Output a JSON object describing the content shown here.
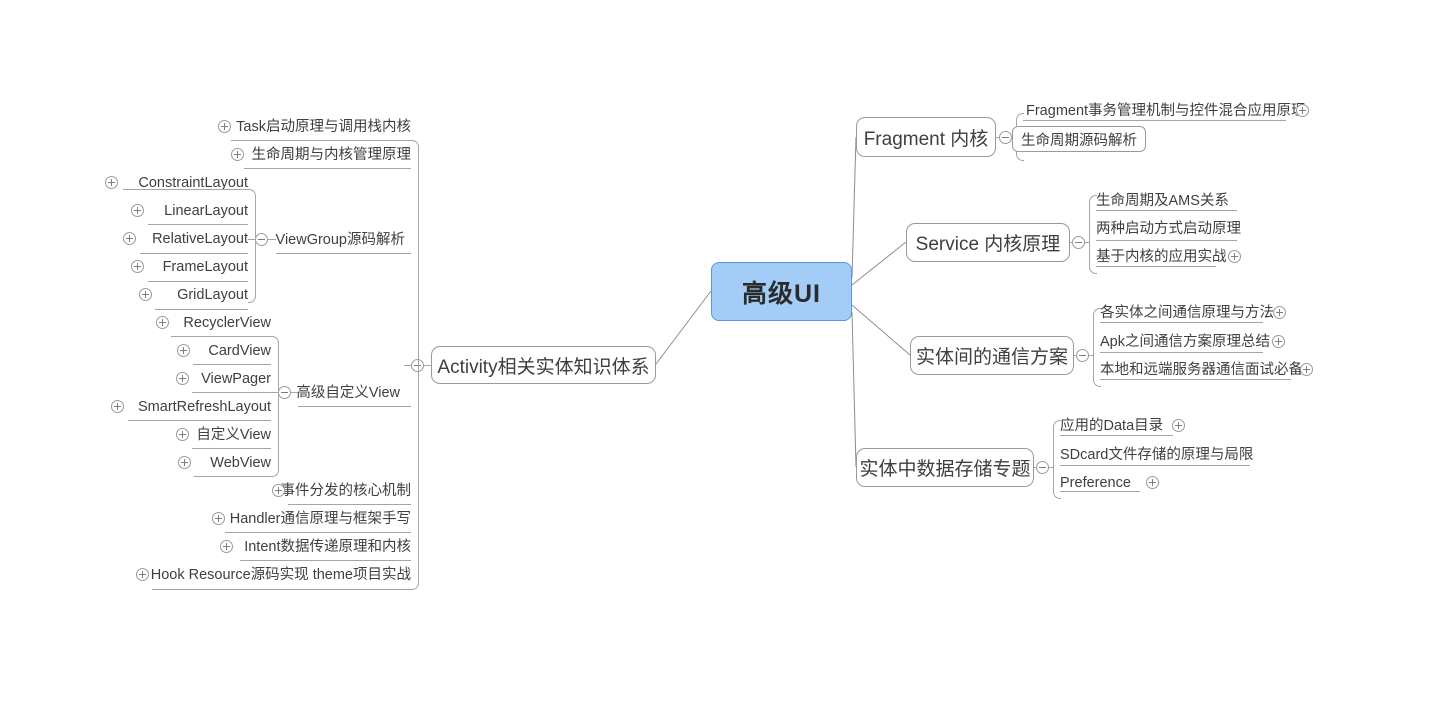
{
  "root": {
    "label": "高级UI",
    "fill": "#a3cdf7",
    "border": "#5b96d6"
  },
  "branches": {
    "left": {
      "main": {
        "label": "Activity相关实体知识体系",
        "toggle": "collapse"
      },
      "children": [
        {
          "label": "Task启动原理与调用栈内核",
          "toggle": "expand"
        },
        {
          "label": "生命周期与内核管理原理",
          "toggle": "expand"
        },
        {
          "label": "ViewGroup源码解析",
          "toggle": "collapse",
          "children": [
            {
              "label": "ConstraintLayout",
              "toggle": "expand"
            },
            {
              "label": "LinearLayout",
              "toggle": "expand"
            },
            {
              "label": "RelativeLayout",
              "toggle": "expand"
            },
            {
              "label": "FrameLayout",
              "toggle": "expand"
            },
            {
              "label": "GridLayout",
              "toggle": "expand"
            }
          ]
        },
        {
          "label": "高级自定义View",
          "toggle": "collapse",
          "children": [
            {
              "label": "RecyclerView",
              "toggle": "expand"
            },
            {
              "label": "CardView",
              "toggle": "expand"
            },
            {
              "label": "ViewPager",
              "toggle": "expand"
            },
            {
              "label": "SmartRefreshLayout",
              "toggle": "expand"
            },
            {
              "label": "自定义View",
              "toggle": "expand"
            },
            {
              "label": "WebView",
              "toggle": "expand"
            }
          ]
        },
        {
          "label": "事件分发的核心机制",
          "toggle": "expand"
        },
        {
          "label": "Handler通信原理与框架手写",
          "toggle": "expand"
        },
        {
          "label": "Intent数据传递原理和内核",
          "toggle": "expand"
        },
        {
          "label": "Hook Resource源码实现 theme项目实战",
          "toggle": "expand"
        }
      ]
    },
    "right": [
      {
        "main": {
          "label": "Fragment 内核",
          "toggle": "collapse"
        },
        "children": [
          {
            "label": "Fragment事务管理机制与控件混合应用原理",
            "toggle": "expand"
          },
          {
            "label": "生命周期源码解析",
            "toggle": "none",
            "boxed": true
          }
        ]
      },
      {
        "main": {
          "label": "Service 内核原理",
          "toggle": "collapse"
        },
        "children": [
          {
            "label": "生命周期及AMS关系",
            "toggle": "none"
          },
          {
            "label": "两种启动方式启动原理",
            "toggle": "none"
          },
          {
            "label": "基于内核的应用实战",
            "toggle": "expand"
          }
        ]
      },
      {
        "main": {
          "label": "实体间的通信方案",
          "toggle": "collapse"
        },
        "children": [
          {
            "label": "各实体之间通信原理与方法",
            "toggle": "expand"
          },
          {
            "label": "Apk之间通信方案原理总结",
            "toggle": "expand"
          },
          {
            "label": "本地和远端服务器通信面试必备",
            "toggle": "expand"
          }
        ]
      },
      {
        "main": {
          "label": "实体中数据存储专题",
          "toggle": "collapse"
        },
        "children": [
          {
            "label": "应用的Data目录",
            "toggle": "expand"
          },
          {
            "label": "SDcard文件存储的原理与局限",
            "toggle": "none"
          },
          {
            "label": "Preference",
            "toggle": "expand"
          }
        ]
      }
    ]
  }
}
